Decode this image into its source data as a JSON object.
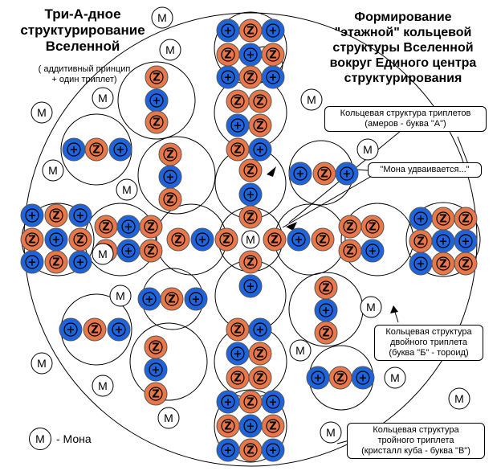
{
  "title_left": [
    "Три-А-дное",
    "структурирование",
    "Вселенной"
  ],
  "note_left": [
    "( аддитивный  принцип",
    "+ один триплет)"
  ],
  "title_right": [
    "Формирование",
    "\"этажной\" кольцевой",
    "структуры Вселенной",
    "вокруг Единого центра",
    "структурирования"
  ],
  "callouts": {
    "a_ring": [
      "Кольцевая структура триплетов",
      "(амеров - буква \"А\")"
    ],
    "mona_doubles": [
      "\"Мона удваивается...\""
    ],
    "b_ring": [
      "Кольцевая структура",
      "двойного триплета",
      "(буква \"Б\" - тороид)"
    ],
    "v_ring": [
      "Кольцевая структура",
      "тройного триплета",
      "(кристалл куба - буква \"В\")"
    ]
  },
  "legend": {
    "symbol": "M",
    "text": "- Мона"
  },
  "glyphs": {
    "mona": "M",
    "plus": "+",
    "zee": "Z"
  },
  "colors": {
    "blue": "#1e64dc",
    "orange": "#e8784a",
    "line": "#000000",
    "background": "#ffffff"
  }
}
